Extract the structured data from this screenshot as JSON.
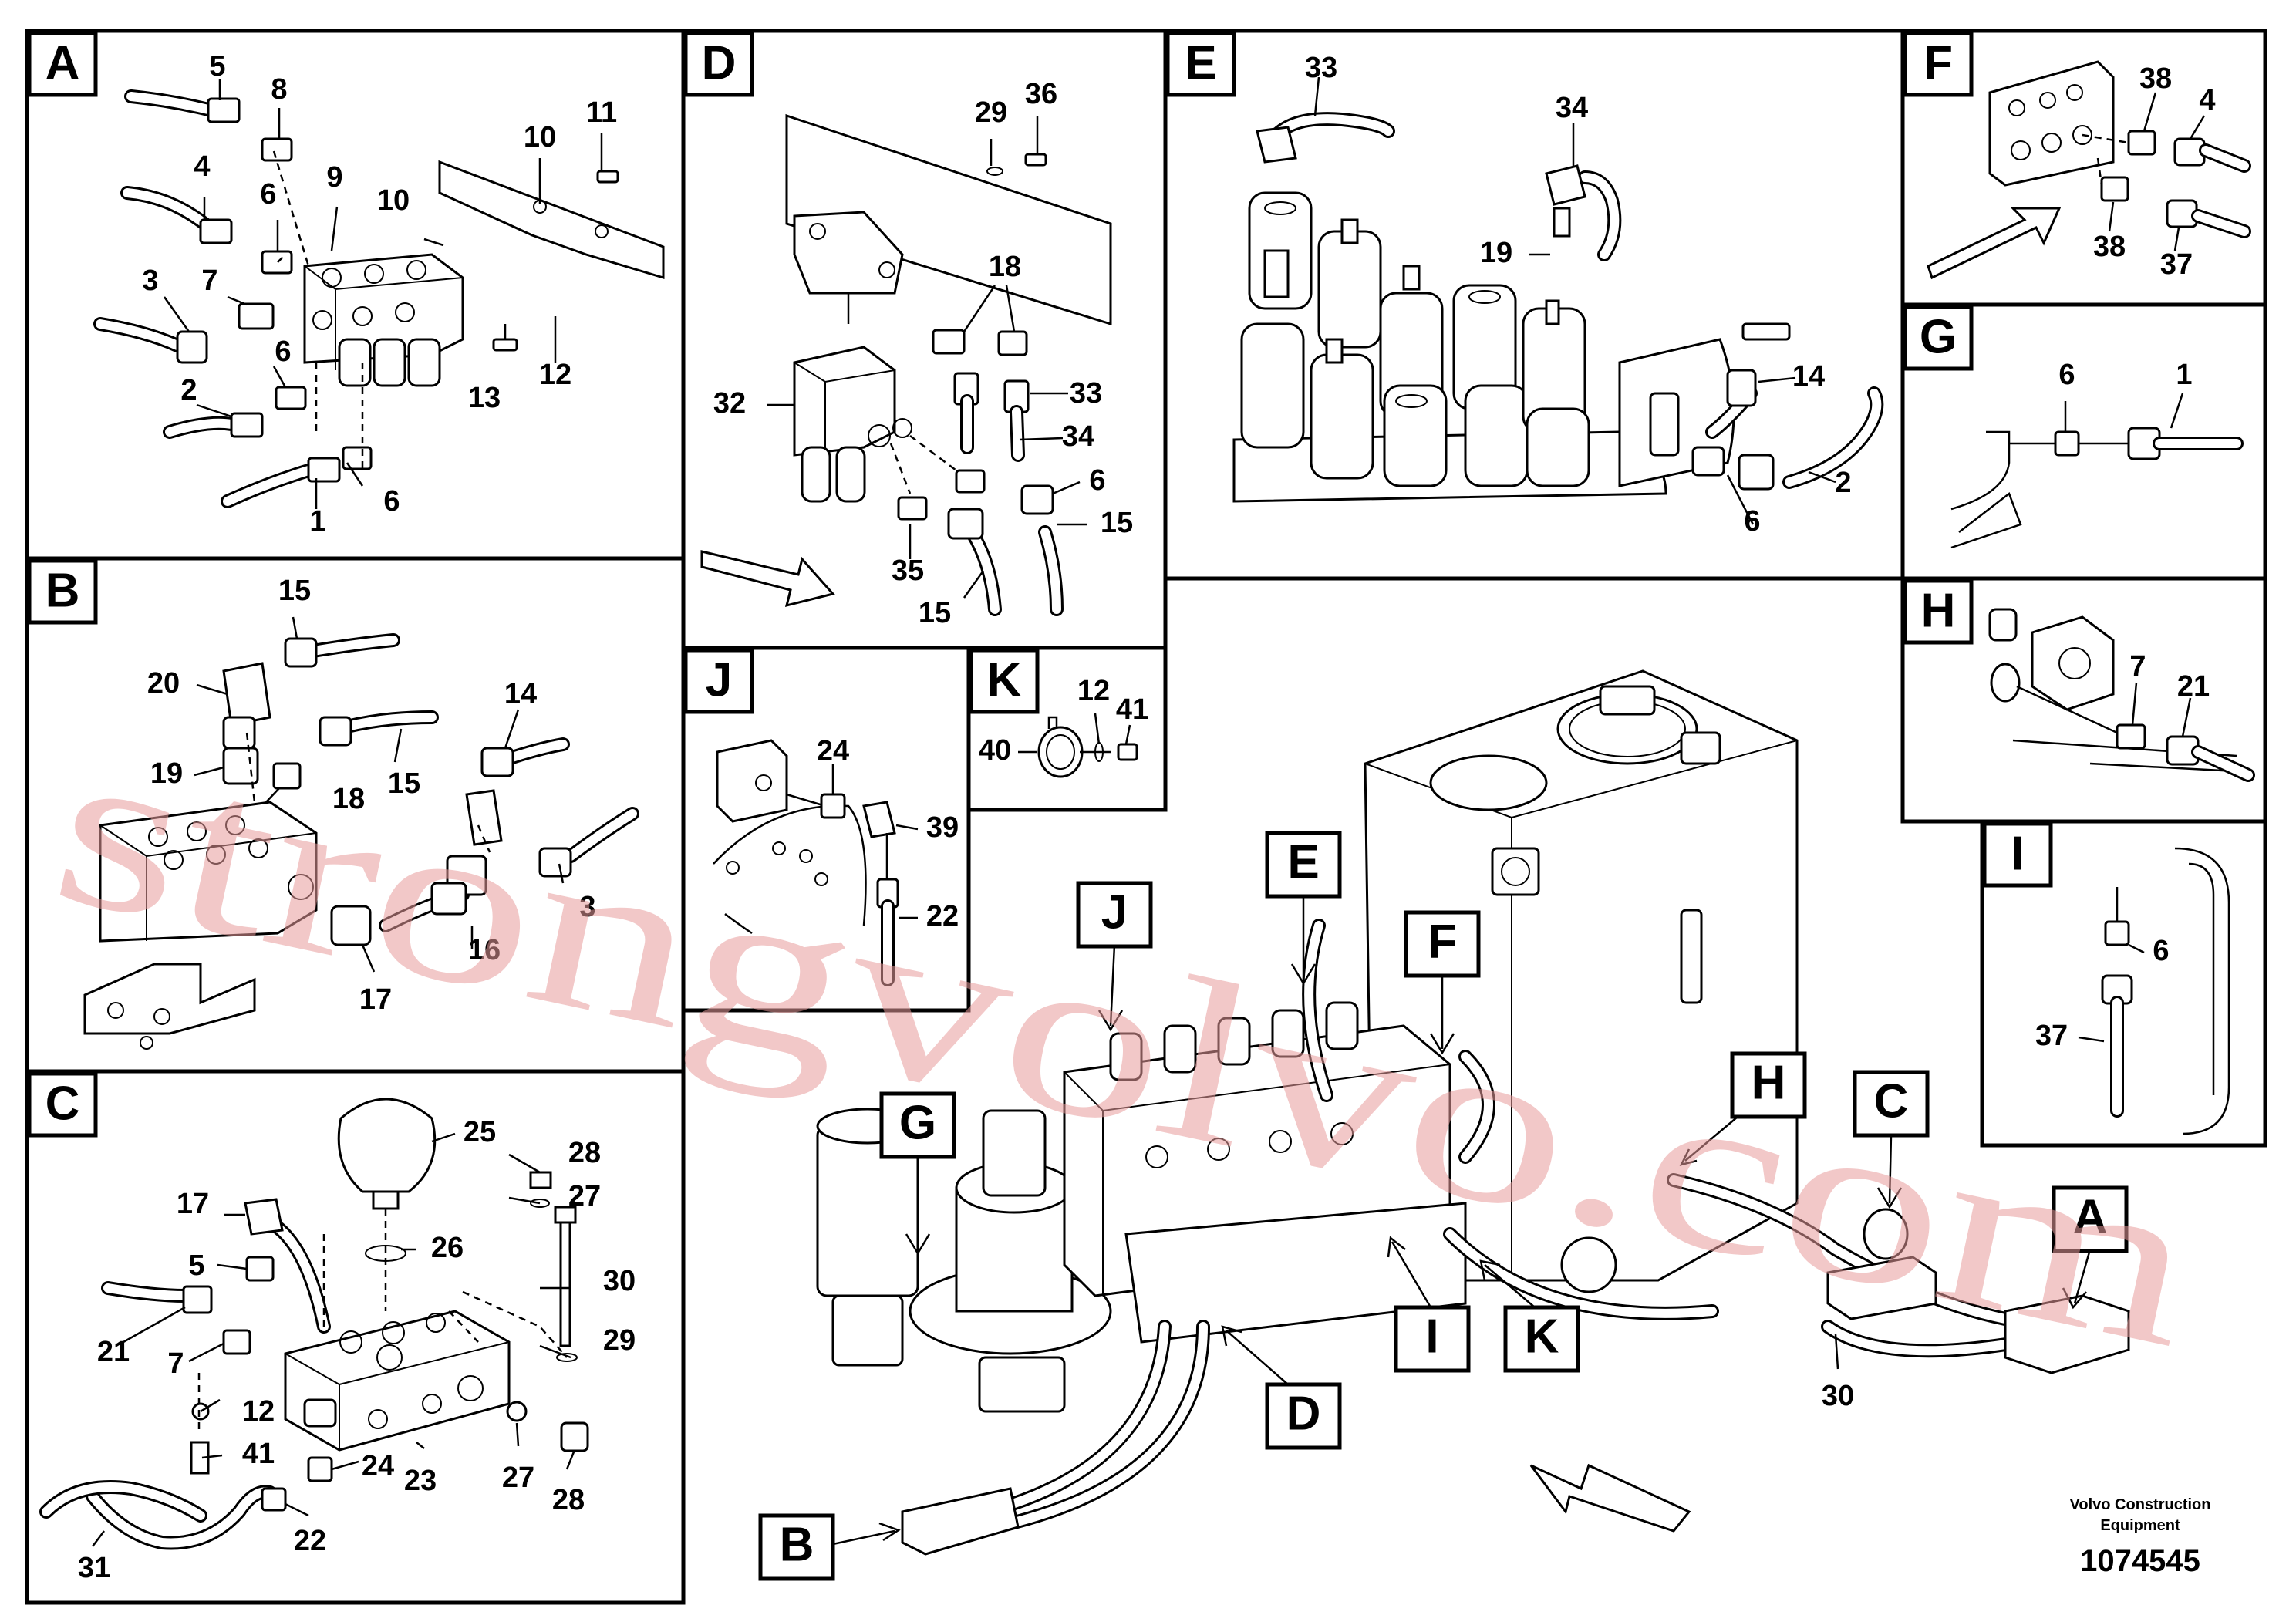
{
  "panels": [
    {
      "letter": "A",
      "numbers": [
        "5",
        "8",
        "4",
        "6",
        "9",
        "10",
        "11",
        "10",
        "3",
        "7",
        "6",
        "2",
        "13",
        "12",
        "1",
        "6"
      ]
    },
    {
      "letter": "B",
      "numbers": [
        "15",
        "20",
        "19",
        "18",
        "15",
        "14",
        "3",
        "16",
        "17"
      ]
    },
    {
      "letter": "C",
      "numbers": [
        "25",
        "28",
        "27",
        "17",
        "26",
        "5",
        "30",
        "21",
        "7",
        "29",
        "12",
        "41",
        "23",
        "27",
        "24",
        "28",
        "31",
        "22"
      ]
    },
    {
      "letter": "D",
      "numbers": [
        "29",
        "36",
        "18",
        "32",
        "33",
        "34",
        "6",
        "15",
        "35",
        "15"
      ]
    },
    {
      "letter": "E",
      "numbers": [
        "33",
        "34",
        "19",
        "14",
        "2",
        "6"
      ]
    },
    {
      "letter": "F",
      "numbers": [
        "38",
        "4",
        "38",
        "37"
      ]
    },
    {
      "letter": "G",
      "numbers": [
        "6",
        "1"
      ]
    },
    {
      "letter": "H",
      "numbers": [
        "7",
        "21"
      ]
    },
    {
      "letter": "I",
      "numbers": [
        "6",
        "37"
      ]
    },
    {
      "letter": "J",
      "numbers": [
        "24",
        "39",
        "22"
      ]
    },
    {
      "letter": "K",
      "numbers": [
        "12",
        "41",
        "40"
      ]
    }
  ],
  "callouts": [
    "E",
    "J",
    "F",
    "G",
    "H",
    "C",
    "A",
    "I",
    "K",
    "D",
    "B"
  ],
  "main_number": "30",
  "watermark": "strongvolvo.com",
  "footer": {
    "line1": "Volvo Construction",
    "line2": "Equipment",
    "code": "1074545"
  }
}
